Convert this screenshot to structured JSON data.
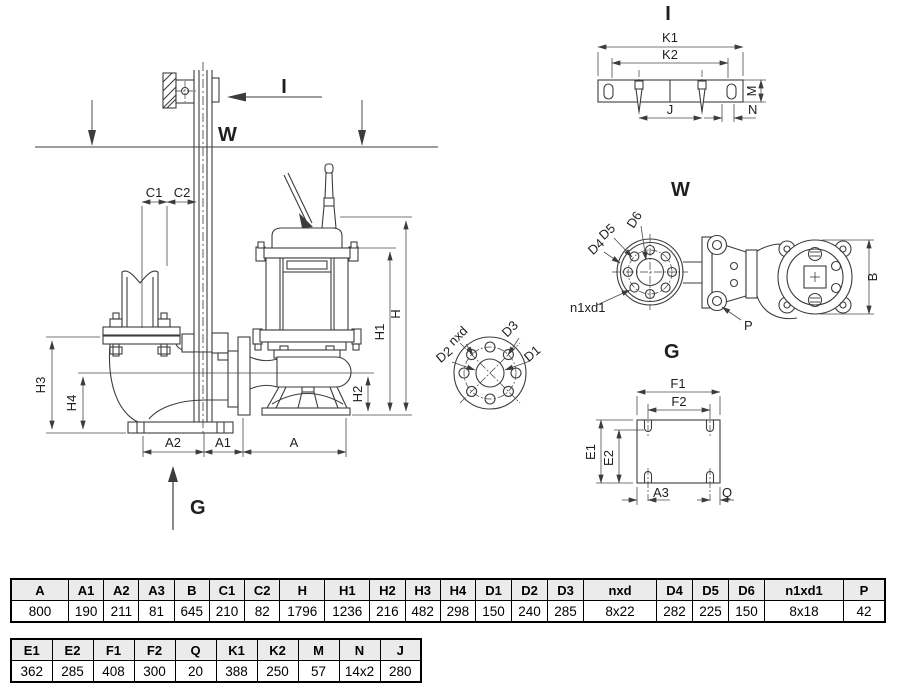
{
  "drawing": {
    "main_view": {
      "water_line_label": "W",
      "section_arrow_label": "I",
      "bottom_arrow_label": "G",
      "dims": {
        "c1": "C1",
        "c2": "C2",
        "h": "H",
        "h1": "H1",
        "h2": "H2",
        "h3": "H3",
        "h4": "H4",
        "a": "A",
        "a1": "A1",
        "a2": "A2"
      }
    },
    "view_i": {
      "title": "I",
      "dims": {
        "k1": "K1",
        "k2": "K2",
        "j": "J",
        "m": "M",
        "n": "N"
      }
    },
    "view_w": {
      "title": "W",
      "dims": {
        "d4": "D4",
        "d5": "D5",
        "d6": "D6",
        "n1xd1": "n1xd1",
        "p": "P",
        "b": "B"
      }
    },
    "flange_detail": {
      "dims": {
        "nxd": "nxd",
        "d2": "D2",
        "d3": "D3",
        "d1": "D1"
      }
    },
    "view_g": {
      "title": "G",
      "dims": {
        "f1": "F1",
        "f2": "F2",
        "e1": "E1",
        "e2": "E2",
        "a3": "A3",
        "q": "Q"
      }
    }
  },
  "tables": [
    {
      "headers": [
        "A",
        "A1",
        "A2",
        "A3",
        "B",
        "C1",
        "C2",
        "H",
        "H1",
        "H2",
        "H3",
        "H4",
        "D1",
        "D2",
        "D3",
        "nxd",
        "D4",
        "D5",
        "D6",
        "n1xd1",
        "P"
      ],
      "rows": [
        [
          "800",
          "190",
          "211",
          "81",
          "645",
          "210",
          "82",
          "1796",
          "1236",
          "216",
          "482",
          "298",
          "150",
          "240",
          "285",
          "8x22",
          "282",
          "225",
          "150",
          "8x18",
          "42"
        ]
      ]
    },
    {
      "headers": [
        "E1",
        "E2",
        "F1",
        "F2",
        "Q",
        "K1",
        "K2",
        "M",
        "N",
        "J"
      ],
      "rows": [
        [
          "362",
          "285",
          "408",
          "300",
          "20",
          "388",
          "250",
          "57",
          "14x2",
          "280"
        ]
      ]
    }
  ],
  "colors": {
    "line": "#3c3c3c",
    "dim_line": "#4a4a4a",
    "text": "#1f1f1f",
    "table_header_bg": "#ebebeb",
    "table_border": "#000000",
    "background": "#ffffff"
  }
}
